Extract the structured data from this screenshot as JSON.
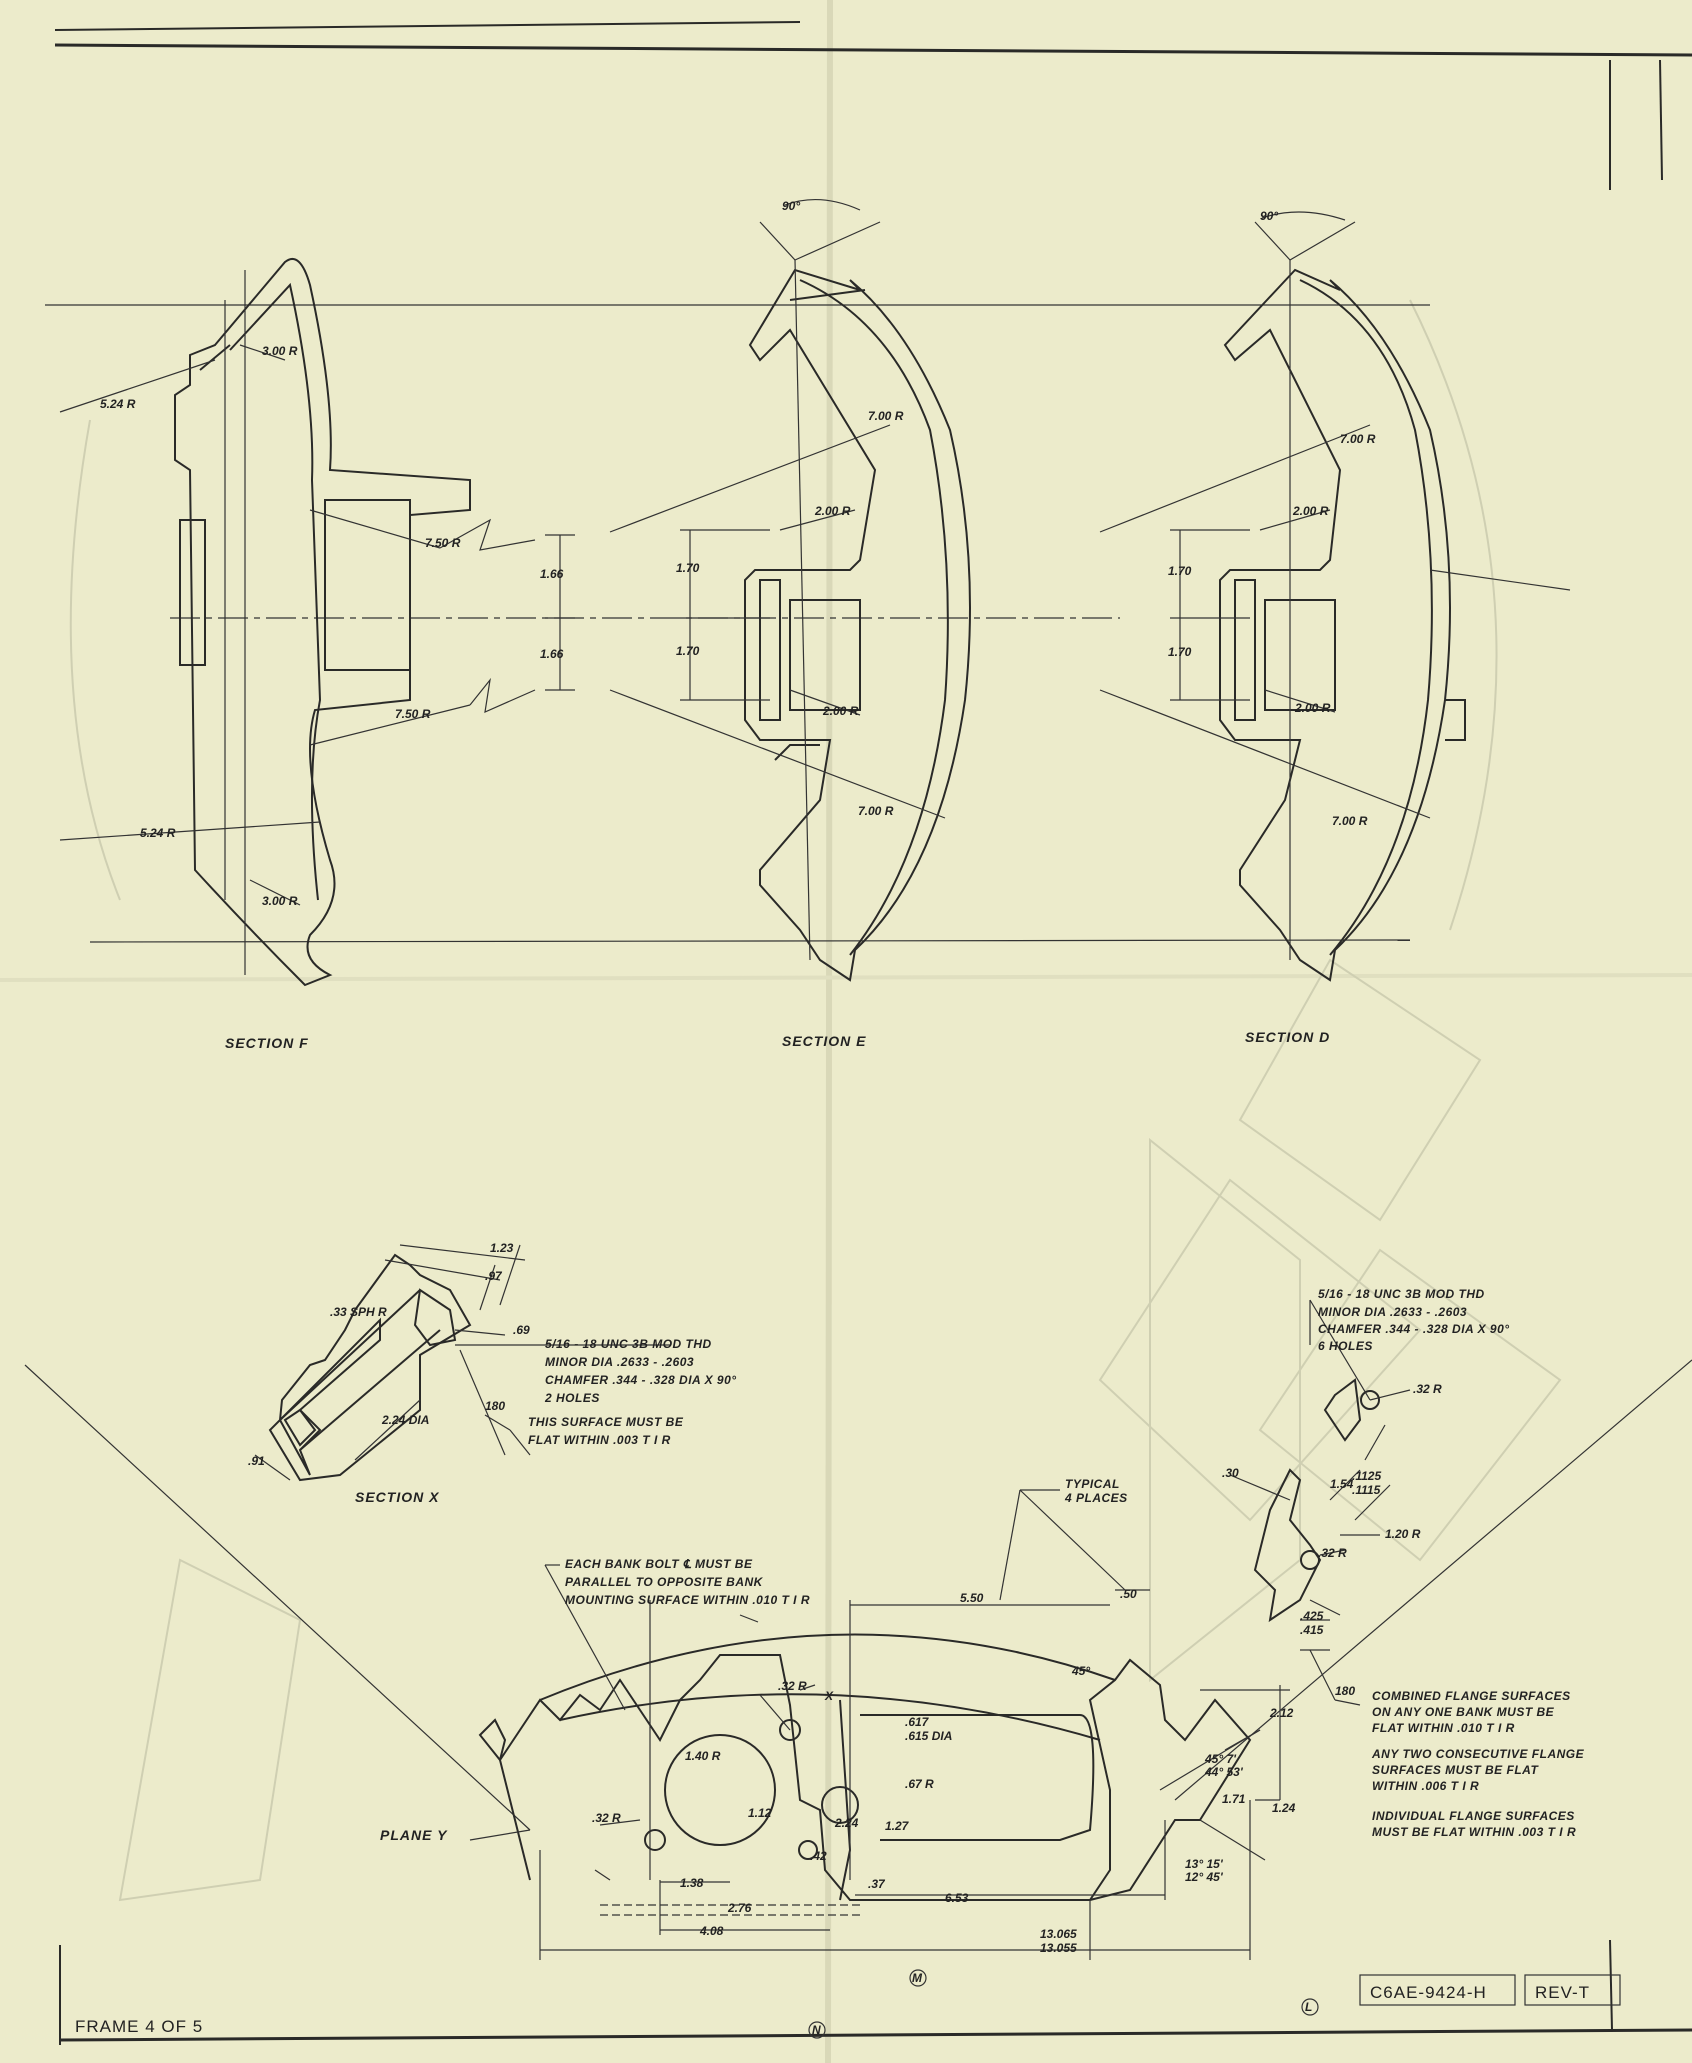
{
  "frame_label": "FRAME 4 OF 5",
  "drawing_number": "C6AE-9424-H",
  "revision": "REV-T",
  "zone_markers": [
    "N",
    "M",
    "L"
  ],
  "sections": {
    "f": {
      "caption": "SECTION F",
      "dims": [
        "3.00 R",
        "5.24 R",
        "7.50 R",
        "1.66",
        "1.66",
        "7.50 R",
        "5.24 R",
        "3.00 R"
      ]
    },
    "e": {
      "caption": "SECTION E",
      "dims": [
        "90°",
        "7.00 R",
        "2.00 R",
        "1.70",
        "1.70",
        "2.00 R",
        "7.00 R"
      ]
    },
    "d": {
      "caption": "SECTION D",
      "dims": [
        "90°",
        "7.00 R",
        "2.00 R",
        "1.70",
        "1.70",
        "2.00 R",
        "7.00 R"
      ]
    },
    "x": {
      "caption": "SECTION X",
      "dims": [
        ".33 SPH R",
        "1.23",
        ".97",
        ".69",
        "2.24 DIA",
        "180",
        ".91"
      ],
      "thread_note": [
        "5/16 - 18 UNC 3B MOD THD",
        "MINOR DIA .2633 - .2603",
        "CHAMFER .344 - .328 DIA X 90°",
        "2 HOLES"
      ],
      "surface_note": [
        "THIS SURFACE MUST BE",
        "FLAT WITHIN .003 T I R"
      ]
    }
  },
  "main_view": {
    "bolt_note": [
      "EACH BANK BOLT ℄ MUST BE",
      "PARALLEL TO OPPOSITE BANK",
      "MOUNTING SURFACE WITHIN .010 T I R"
    ],
    "typical_note": [
      "TYPICAL",
      "4 PLACES"
    ],
    "thread_note": [
      "5/16 - 18 UNC 3B MOD THD",
      "MINOR DIA .2633 - .2603",
      "CHAMFER .344 - .328 DIA X 90°",
      "6 HOLES"
    ],
    "flange_notes": [
      [
        "COMBINED FLANGE SURFACES",
        "ON ANY ONE BANK MUST BE",
        "FLAT WITHIN .010 T I R"
      ],
      [
        "ANY TWO CONSECUTIVE FLANGE",
        "SURFACES MUST BE FLAT",
        "WITHIN .006 T I R"
      ],
      [
        "INDIVIDUAL FLANGE SURFACES",
        "MUST BE FLAT WITHIN .003 T I R"
      ]
    ],
    "plane_label": "PLANE Y",
    "dims": {
      "d550": "5.50",
      "d50": ".50",
      "d45": "45°",
      "d212": "2.12",
      "d32a": ".32 R",
      "d617": [
        ".617",
        ".615 DIA"
      ],
      "d140": "1.40 R",
      "d67": ".67 R",
      "d32b": ".32 R",
      "d112": "1.12",
      "d224": "2.24",
      "d127": "1.27",
      "d42": ".42",
      "d37": ".37",
      "d138": "1.38",
      "d276": "2.76",
      "d408": "4.08",
      "d653": "6.53",
      "d13": [
        "13.065",
        "13.055"
      ],
      "d4527": [
        "45° 7'",
        "44° 53'"
      ],
      "d171": "1.71",
      "d124": "1.24",
      "d1315": [
        "13° 15'",
        "12° 45'"
      ],
      "d32c": ".32 R",
      "d1125": [
        ".1125",
        ".1115"
      ],
      "d154": "1.54",
      "d30": ".30",
      "d120": "1.20 R",
      "d32d": ".32 R",
      "d425": [
        ".425",
        ".415"
      ],
      "d180": "180",
      "x_mark": "X"
    }
  }
}
